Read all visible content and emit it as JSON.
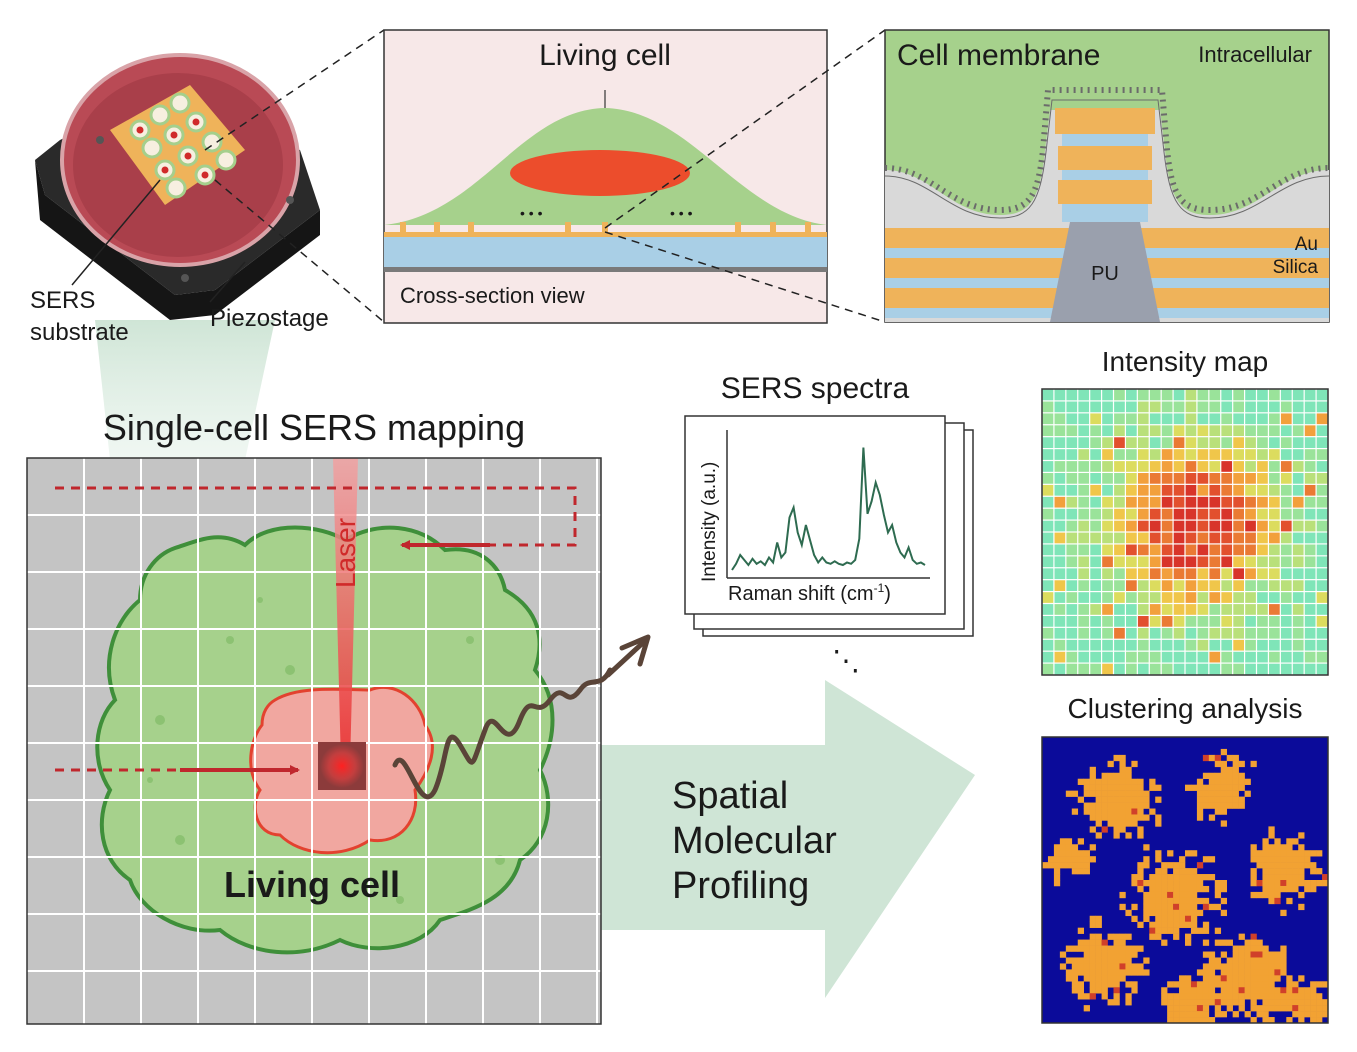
{
  "dish": {
    "sers_substrate_label_line1": "SERS",
    "sers_substrate_label_line2": "substrate",
    "piezostage_label": "Piezostage"
  },
  "cross_section": {
    "living_cell_label": "Living cell",
    "ellipsis_left": "• • •",
    "ellipsis_right": "• • •",
    "view_label": "Cross-section view"
  },
  "membrane_panel": {
    "cell_membrane_label": "Cell membrane",
    "intracellular_label": "Intracellular",
    "au_label": "Au",
    "silica_label": "Silica",
    "pu_label": "PU"
  },
  "mapping": {
    "title": "Single-cell SERS mapping",
    "laser_label": "Laser",
    "living_cell_label": "Living cell",
    "grid_color": "#ffffff",
    "background_color": "#c4c4c4",
    "cell_fill": "#a6d18c",
    "cell_outline": "#3f8f3a",
    "nucleus_fill": "#f1a7a0",
    "nucleus_outline": "#e3422f",
    "scan_arrow_color": "#c0272d"
  },
  "spectra": {
    "title": "SERS spectra",
    "ylabel": "Intensity (a.u.)",
    "xlabel": "Raman shift (cm",
    "xlabel_superscript": "-1",
    "xlabel_end": ")",
    "more_dots": "⋱",
    "line_color": "#2e6b50"
  },
  "intensity_map": {
    "title": "Intensity map"
  },
  "clustering": {
    "title": "Clustering analysis",
    "colors": [
      "#0b0b9a",
      "#f2a233",
      "#d0402a"
    ]
  },
  "profiling": {
    "line1": "Spatial",
    "line2": "Molecular",
    "line3": "Profiling",
    "arrow_color": "#cfe5d6"
  }
}
